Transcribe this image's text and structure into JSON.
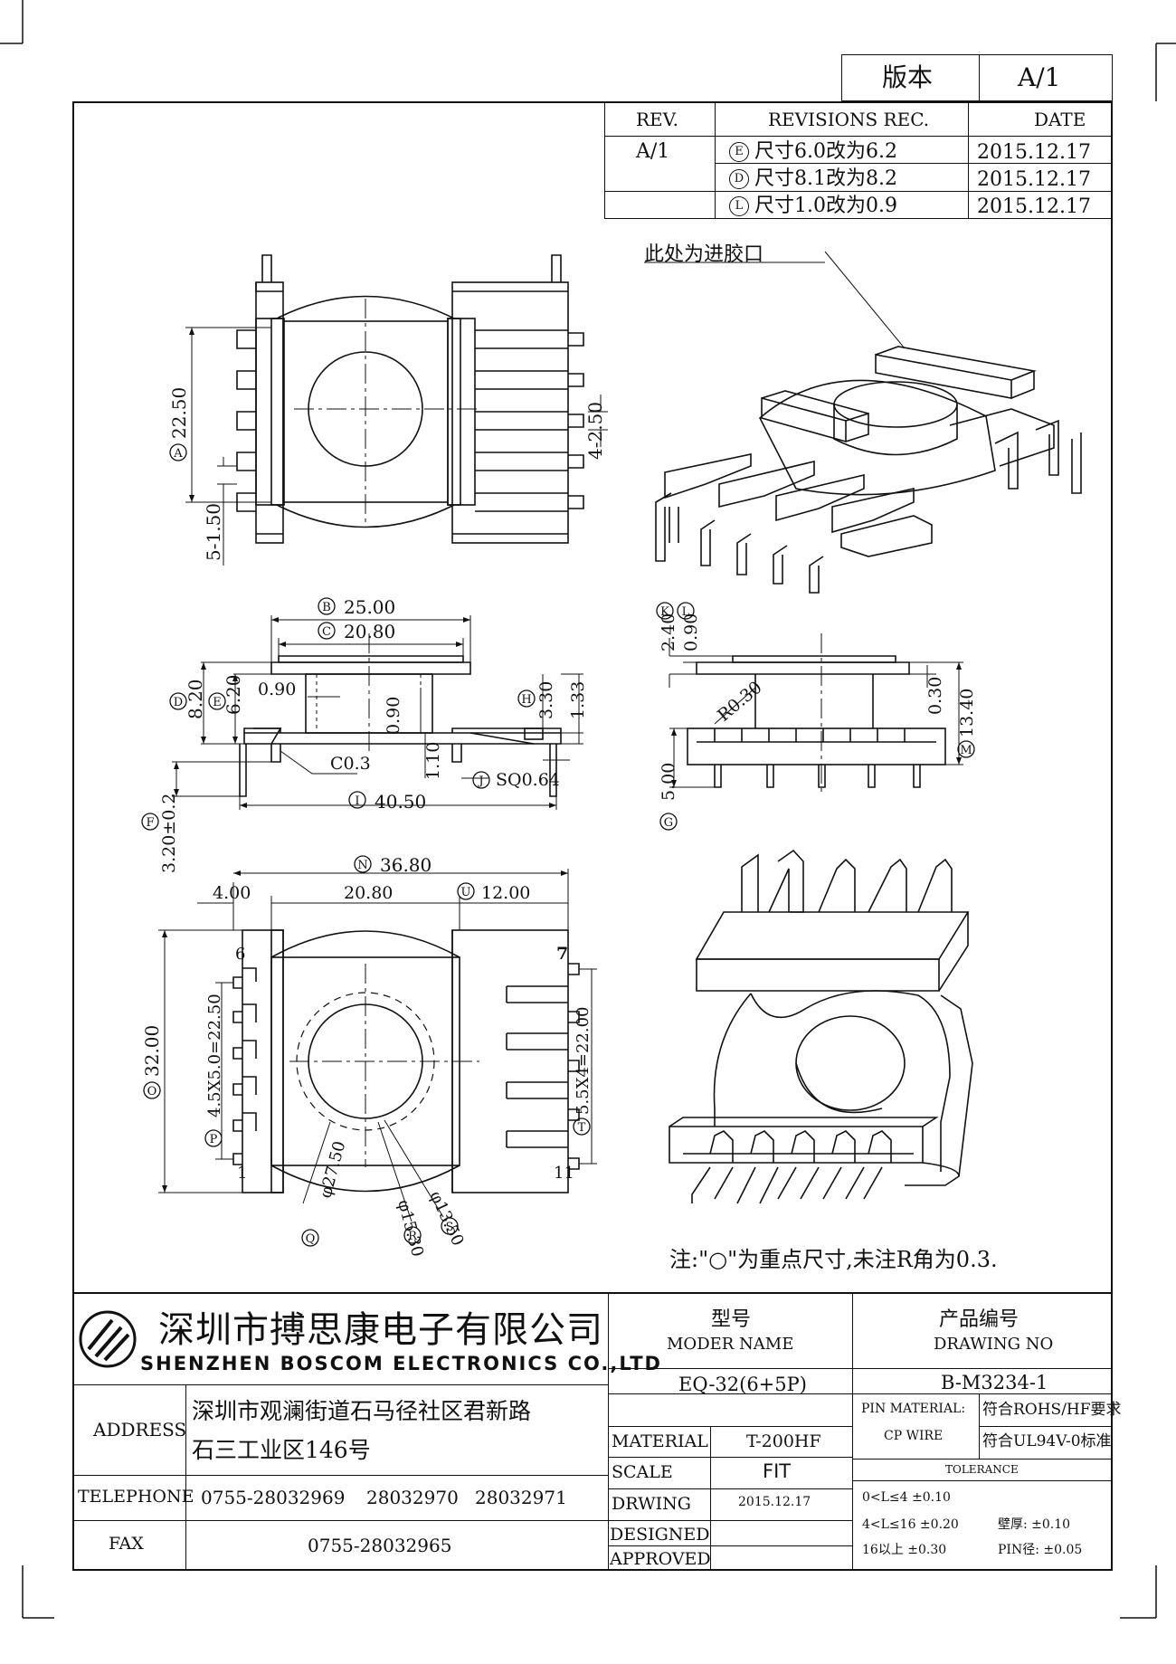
{
  "version": {
    "label": "版本",
    "value": "A/1"
  },
  "revisions": {
    "headers": {
      "rev": "REV.",
      "rec": "REVISIONS REC.",
      "date": "DATE"
    },
    "rev_value": "A/1",
    "rows": [
      {
        "mark": "E",
        "text": "尺寸6.0改为6.2",
        "date": "2015.12.17"
      },
      {
        "mark": "D",
        "text": "尺寸8.1改为8.2",
        "date": "2015.12.17"
      },
      {
        "mark": "L",
        "text": "尺寸1.0改为0.9",
        "date": "2015.12.17"
      }
    ]
  },
  "drawing": {
    "gate_note": "此处为进胶口",
    "top_view": {
      "A": "22.50",
      "pitch": "4-2.50",
      "pin": "5-1.50"
    },
    "front_view": {
      "B": "25.00",
      "C": "20.80",
      "D": "8.20",
      "E": "6.20",
      "H": "3.30",
      "right_small": "1.33",
      "flange": "0.90",
      "wall": "0.90",
      "chamfer": "C0.3",
      "gap": "1.10",
      "J": "SQ0.64",
      "I": "40.50",
      "F": "3.20±0.2"
    },
    "side_view": {
      "K": "2.40",
      "L": "0.90",
      "radius": "R0.30",
      "lip": "0.30",
      "M": "13.40",
      "G": "5.00"
    },
    "bottom_view": {
      "N": "36.80",
      "left_w": "4.00",
      "mid_w": "20.80",
      "U": "12.00",
      "O": "32.00",
      "P": "4.5X5.0=22.50",
      "T": "5.5X4=22.00",
      "Q": "φ27.50",
      "R": "φ15.30",
      "S": "φ13.50",
      "pin6": "6",
      "pin1": "1",
      "pin7": "7",
      "pin11": "11"
    },
    "note": "注:\"○\"为重点尺寸,未注R角为0.3."
  },
  "titleblock": {
    "company_cn": "深圳市搏思康电子有限公司",
    "company_en": "SHENZHEN BOSCOM ELECTRONICS CO.,LTD",
    "model_label_cn": "型号",
    "model_label_en": "MODER NAME",
    "drawing_label_cn": "产品编号",
    "drawing_label_en": "DRAWING NO",
    "model": "EQ-32(6+5P)",
    "drawing_no": "B-M3234-1",
    "address_label": "ADDRESS",
    "address_line1": "深圳市观澜街道石马径社区君新路",
    "address_line2": "石三工业区146号",
    "telephone_label": "TELEPHONE",
    "tel1": "0755-28032969",
    "tel2": "28032970",
    "tel3": "28032971",
    "fax_label": "FAX",
    "fax": "0755-28032965",
    "material_label": "MATERIAL",
    "material": "T-200HF",
    "scale_label": "SCALE",
    "scale": "FIT",
    "drwing_label": "DRWING",
    "drwing_date": "2015.12.17",
    "designed_label": "DESIGNED",
    "approved_label": "APPROVED",
    "pin_material_label": "PIN MATERIAL:",
    "pin_material": "CP WIRE",
    "rohs": "符合ROHS/HF要求",
    "ul": "符合UL94V-0标准",
    "tolerance_label": "TOLERANCE",
    "tol1": "0<L≤4 ±0.10",
    "tol2": "4<L≤16 ±0.20",
    "tol3": "16以上 ±0.30",
    "wall_tol": "壁厚: ±0.10",
    "pin_tol": "PIN径: ±0.05"
  }
}
